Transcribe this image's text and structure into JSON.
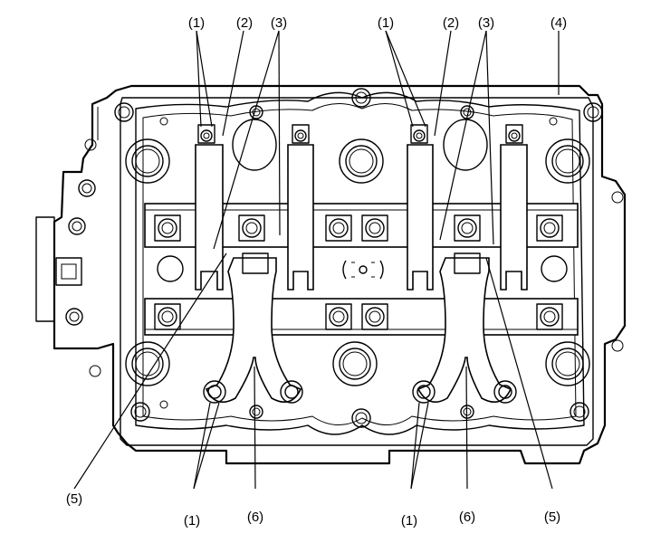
{
  "labels": {
    "top": [
      {
        "id": "l1a",
        "text": "(1)"
      },
      {
        "id": "l2a",
        "text": "(2)"
      },
      {
        "id": "l3a",
        "text": "(3)"
      },
      {
        "id": "l1b",
        "text": "(1)"
      },
      {
        "id": "l2b",
        "text": "(2)"
      },
      {
        "id": "l3b",
        "text": "(3)"
      },
      {
        "id": "l4",
        "text": "(4)"
      }
    ],
    "bottom": [
      {
        "id": "l5a",
        "text": "(5)"
      },
      {
        "id": "l1c",
        "text": "(1)"
      },
      {
        "id": "l6a",
        "text": "(6)"
      },
      {
        "id": "l1d",
        "text": "(1)"
      },
      {
        "id": "l6b",
        "text": "(6)"
      },
      {
        "id": "l5b",
        "text": "(5)"
      }
    ]
  }
}
